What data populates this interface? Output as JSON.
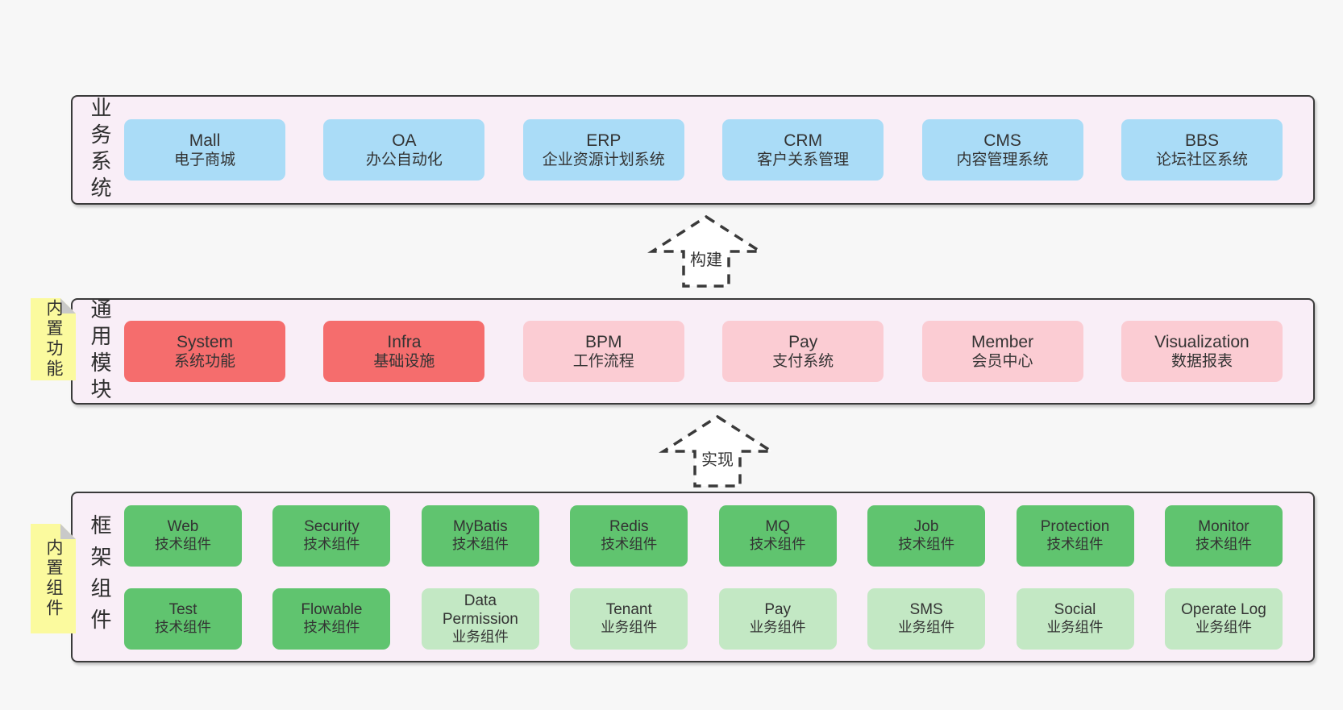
{
  "diagram": {
    "bands": [
      {
        "label": "业务系统",
        "boxes": [
          {
            "title": "Mall",
            "subtitle": "电子商城",
            "variant": "blue"
          },
          {
            "title": "OA",
            "subtitle": "办公自动化",
            "variant": "blue"
          },
          {
            "title": "ERP",
            "subtitle": "企业资源计划系统",
            "variant": "blue"
          },
          {
            "title": "CRM",
            "subtitle": "客户关系管理",
            "variant": "blue"
          },
          {
            "title": "CMS",
            "subtitle": "内容管理系统",
            "variant": "blue"
          },
          {
            "title": "BBS",
            "subtitle": "论坛社区系统",
            "variant": "blue"
          }
        ]
      },
      {
        "note": "内置功能",
        "label": "通用模块",
        "boxes": [
          {
            "title": "System",
            "subtitle": "系统功能",
            "variant": "red"
          },
          {
            "title": "Infra",
            "subtitle": "基础设施",
            "variant": "red"
          },
          {
            "title": "BPM",
            "subtitle": "工作流程",
            "variant": "pink"
          },
          {
            "title": "Pay",
            "subtitle": "支付系统",
            "variant": "pink"
          },
          {
            "title": "Member",
            "subtitle": "会员中心",
            "variant": "pink"
          },
          {
            "title": "Visualization",
            "subtitle": "数据报表",
            "variant": "pink"
          }
        ]
      },
      {
        "note": "内置组件",
        "label": "框架组件",
        "rows": [
          [
            {
              "title": "Web",
              "subtitle": "技术组件",
              "variant": "green"
            },
            {
              "title": "Security",
              "subtitle": "技术组件",
              "variant": "green"
            },
            {
              "title": "MyBatis",
              "subtitle": "技术组件",
              "variant": "green"
            },
            {
              "title": "Redis",
              "subtitle": "技术组件",
              "variant": "green"
            },
            {
              "title": "MQ",
              "subtitle": "技术组件",
              "variant": "green"
            },
            {
              "title": "Job",
              "subtitle": "技术组件",
              "variant": "green"
            },
            {
              "title": "Protection",
              "subtitle": "技术组件",
              "variant": "green"
            },
            {
              "title": "Monitor",
              "subtitle": "技术组件",
              "variant": "green"
            }
          ],
          [
            {
              "title": "Test",
              "subtitle": "技术组件",
              "variant": "green"
            },
            {
              "title": "Flowable",
              "subtitle": "技术组件",
              "variant": "green"
            },
            {
              "title": "Data Permission",
              "subtitle": "业务组件",
              "variant": "lightgreen"
            },
            {
              "title": "Tenant",
              "subtitle": "业务组件",
              "variant": "lightgreen"
            },
            {
              "title": "Pay",
              "subtitle": "业务组件",
              "variant": "lightgreen"
            },
            {
              "title": "SMS",
              "subtitle": "业务组件",
              "variant": "lightgreen"
            },
            {
              "title": "Social",
              "subtitle": "业务组件",
              "variant": "lightgreen"
            },
            {
              "title": "Operate Log",
              "subtitle": "业务组件",
              "variant": "lightgreen"
            }
          ]
        ]
      }
    ],
    "arrows": [
      {
        "label": "构建"
      },
      {
        "label": "实现"
      }
    ]
  },
  "colors": {
    "page_bg": "#f7f7f7",
    "container_bg": "#f9eef7",
    "container_border": "#3a3a3a",
    "blue": "#aadcf7",
    "red": "#f56d6d",
    "pink": "#fbccd3",
    "green": "#60c46f",
    "lightgreen": "#c3e8c4",
    "note_yellow": "#fbfa9e",
    "fold_gray": "#c9c9c9",
    "text": "#333333"
  }
}
